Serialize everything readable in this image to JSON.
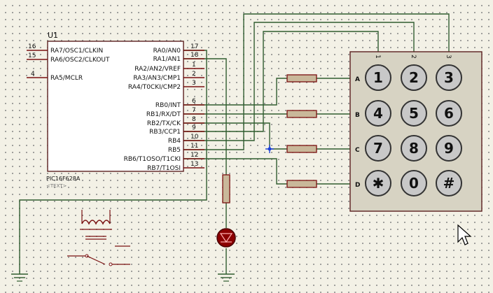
{
  "chip": {
    "ref": "U1",
    "part": "PIC16F628A",
    "text_placeholder": "<TEXT>",
    "left_pins": [
      {
        "num": "16",
        "label": "RA7/OSC1/CLKIN"
      },
      {
        "num": "15",
        "label": "RA6/OSC2/CLKOUT"
      },
      {
        "num": "4",
        "label": "RA5/MCLR"
      }
    ],
    "right_pins": [
      {
        "num": "17",
        "label": "RA0/AN0"
      },
      {
        "num": "18",
        "label": "RA1/AN1"
      },
      {
        "num": "1",
        "label": "RA2/AN2/VREF"
      },
      {
        "num": "2",
        "label": "RA3/AN3/CMP1"
      },
      {
        "num": "3",
        "label": "RA4/T0CKI/CMP2"
      },
      {
        "num": "6",
        "label": "RB0/INT"
      },
      {
        "num": "7",
        "label": "RB1/RX/DT"
      },
      {
        "num": "8",
        "label": "RB2/TX/CK"
      },
      {
        "num": "9",
        "label": "RB3/CCP1"
      },
      {
        "num": "10",
        "label": "RB4"
      },
      {
        "num": "11",
        "label": "RB5"
      },
      {
        "num": "12",
        "label": "RB6/T1OSO/T1CKI"
      },
      {
        "num": "13",
        "label": "RB7/T1OSI"
      }
    ]
  },
  "keypad": {
    "columns": [
      "1",
      "2",
      "3"
    ],
    "rows": [
      "A",
      "B",
      "C",
      "D"
    ],
    "keys": [
      "1",
      "2",
      "3",
      "4",
      "5",
      "6",
      "7",
      "8",
      "9",
      "✱",
      "0",
      "#"
    ]
  },
  "colors": {
    "wire": "#2f5c2f",
    "pin": "#7a1010",
    "led": "#8b0000",
    "keypad_body": "#d7d3c3",
    "key": "#c8c8c8"
  },
  "icons": [
    "mouse-cursor-icon",
    "junction-icon",
    "led-icon",
    "ground-icon",
    "crystal-icon",
    "switch-icon"
  ]
}
